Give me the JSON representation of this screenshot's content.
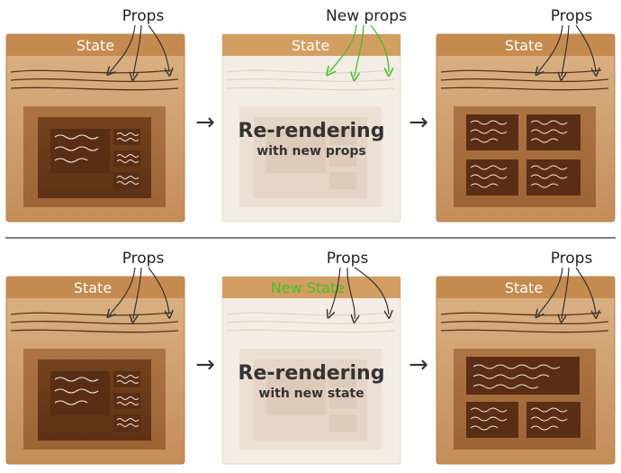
{
  "colors": {
    "panel_top": "#d8ad7e",
    "panel_bottom": "#c7925d",
    "header": "#c58b4f",
    "mid_box": "#a96f3e",
    "inner_box": "#6c3c1d",
    "widget": "#5a2e14",
    "faded_panel": "#f4ede5",
    "faded_header": "#d8a66c",
    "green": "#3ec02a",
    "ink": "#333333",
    "squiggle": "#f7e9dc"
  },
  "rows": [
    {
      "panels": [
        {
          "state_label": "State",
          "props_label": "Props"
        },
        {
          "state_label": "State",
          "props_label": "New props",
          "overlay_title": "Re-rendering",
          "overlay_subtitle": "with new props"
        },
        {
          "state_label": "State",
          "props_label": "Props"
        }
      ]
    },
    {
      "panels": [
        {
          "state_label": "State",
          "props_label": "Props"
        },
        {
          "state_label": "New State",
          "props_label": "Props",
          "overlay_title": "Re-rendering",
          "overlay_subtitle": "with new state"
        },
        {
          "state_label": "State",
          "props_label": "Props"
        }
      ]
    }
  ],
  "arrow_glyph": "→"
}
